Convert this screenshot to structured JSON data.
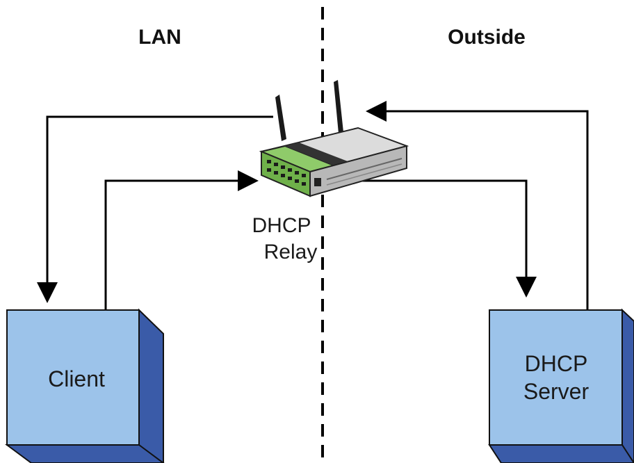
{
  "zones": {
    "lan": "LAN",
    "outside": "Outside"
  },
  "relay": {
    "line1": "DHCP",
    "line2": "Relay"
  },
  "client": {
    "label": "Client"
  },
  "server": {
    "line1": "DHCP",
    "line2": "Server"
  },
  "colors": {
    "box_face": "#9cc3ea",
    "box_side": "#3a5ba8",
    "router_green": "#7fbf5a",
    "arrow": "#000000"
  }
}
